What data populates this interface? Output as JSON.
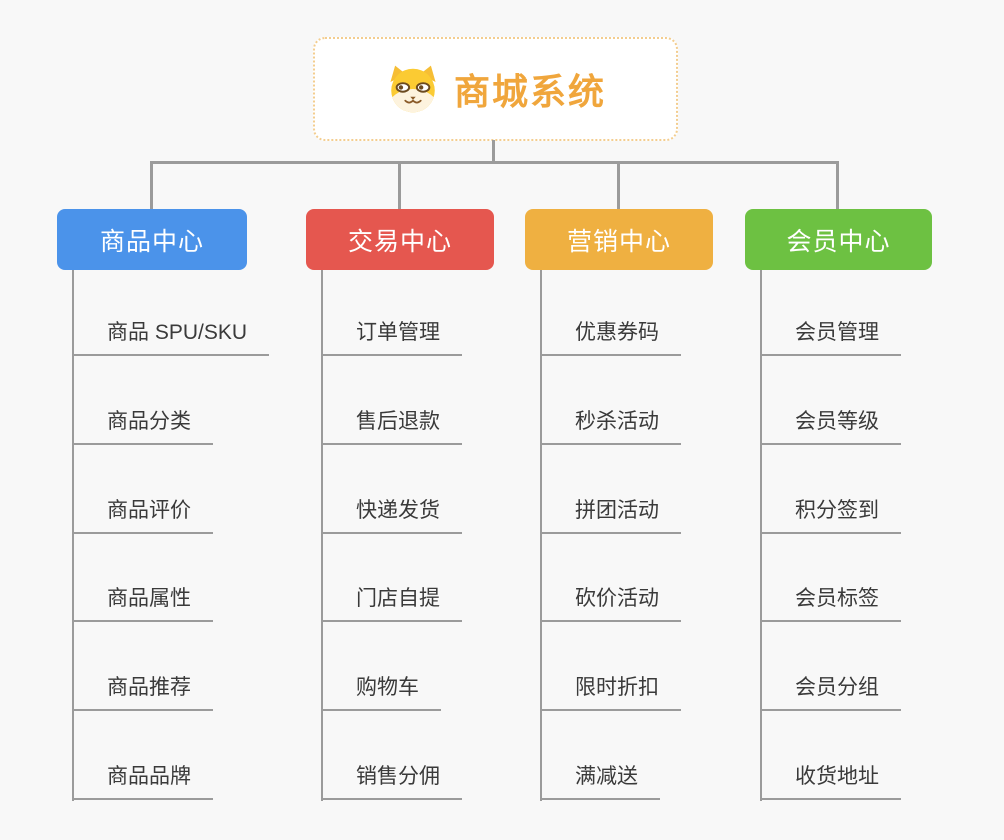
{
  "root": {
    "title": "商城系统",
    "icon": "shiba-dog-icon"
  },
  "branches": [
    {
      "label": "商品中心",
      "color": "#4B93EA",
      "children": [
        "商品 SPU/SKU",
        "商品分类",
        "商品评价",
        "商品属性",
        "商品推荐",
        "商品品牌"
      ]
    },
    {
      "label": "交易中心",
      "color": "#E5574F",
      "children": [
        "订单管理",
        "售后退款",
        "快递发货",
        "门店自提",
        "购物车",
        "销售分佣"
      ]
    },
    {
      "label": "营销中心",
      "color": "#EFB041",
      "children": [
        "优惠券码",
        "秒杀活动",
        "拼团活动",
        "砍价活动",
        "限时折扣",
        "满减送"
      ]
    },
    {
      "label": "会员中心",
      "color": "#6DC142",
      "children": [
        "会员管理",
        "会员等级",
        "积分签到",
        "会员标签",
        "会员分组",
        "收货地址"
      ]
    }
  ],
  "style_colors": {
    "background": "#F8F8F8",
    "connector": "#9B9B9B",
    "root_title": "#F0A63C",
    "root_border": "#F3CD8F"
  }
}
